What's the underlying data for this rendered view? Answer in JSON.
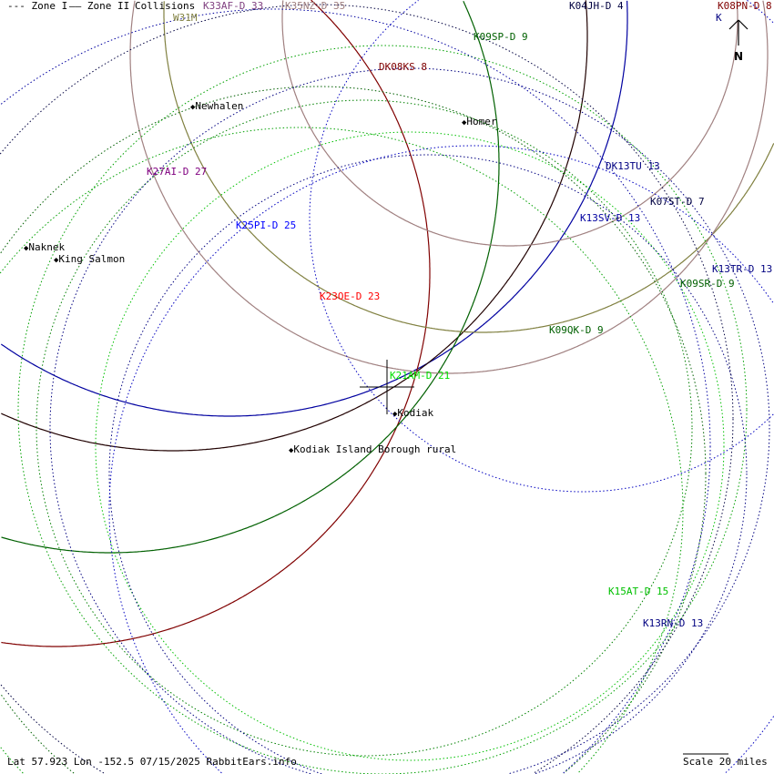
{
  "legend": {
    "zone1": "--- Zone I",
    "zone2": "—— Zone II",
    "collisions": "Collisions"
  },
  "north_label": "N",
  "stations": [
    {
      "label": "W31M",
      "color": "#808040"
    },
    {
      "label": "K33AF-D 33",
      "color": "#804080"
    },
    {
      "label": "K35NZ-D 35",
      "color": "#a08080"
    },
    {
      "label": "K09SP-D 9",
      "color": "#006000"
    },
    {
      "label": "K04JH-D 4",
      "color": "#000040"
    },
    {
      "label": "K",
      "color": "#000080"
    },
    {
      "label": "K08PN-D 8",
      "color": "#800000"
    },
    {
      "label": "DK08KS 8",
      "color": "#800000"
    },
    {
      "label": "K27AI-D 27",
      "color": "#800080"
    },
    {
      "label": "DK13TU 13",
      "color": "#000080"
    },
    {
      "label": "K07ST-D 7",
      "color": "#000040"
    },
    {
      "label": "K25PI-D 25",
      "color": "#0000ff"
    },
    {
      "label": "K13SV-D 13",
      "color": "#0000a0"
    },
    {
      "label": "K13TR-D 13",
      "color": "#000080"
    },
    {
      "label": "K09SR-D 9",
      "color": "#006000"
    },
    {
      "label": "K23OE-D 23",
      "color": "#ff0000"
    },
    {
      "label": "K09QK-D 9",
      "color": "#006000"
    },
    {
      "label": "K21AM-D 21",
      "color": "#00e000"
    },
    {
      "label": "K15AT-D 15",
      "color": "#00c000"
    },
    {
      "label": "K13RN-D 13",
      "color": "#000080"
    }
  ],
  "cities": [
    "Newhalen",
    "Homer",
    "Naknek",
    "King Salmon",
    "Kodiak",
    "Kodiak Island Borough rural"
  ],
  "footer": {
    "coords": "Lat 57.923 Lon -152.5 07/15/2025 RabbitEars.info",
    "scale": "Scale 20 miles"
  }
}
